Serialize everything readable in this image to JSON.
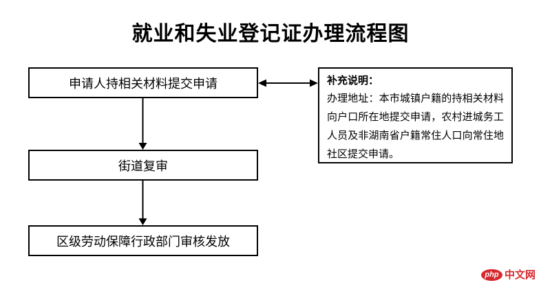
{
  "title": "就业和失业登记证办理流程图",
  "flow": {
    "steps": [
      {
        "label": "申请人持相关材料提交申请"
      },
      {
        "label": "街道复审"
      },
      {
        "label": "区级劳动保障行政部门审核发放"
      }
    ]
  },
  "note": {
    "heading": "补充说明：",
    "body": "办理地址：本市城镇户籍的持相关材料向户口所在地提交申请，农村进城务工人员及非湖南省户籍常住人口向常住地社区提交申请。"
  },
  "branding": {
    "badge_text": "php",
    "site_name": "中文网",
    "brand_color": "#d6292e"
  },
  "colors": {
    "background": "#ffffff",
    "line_color": "#000000",
    "text_color": "#000000"
  }
}
